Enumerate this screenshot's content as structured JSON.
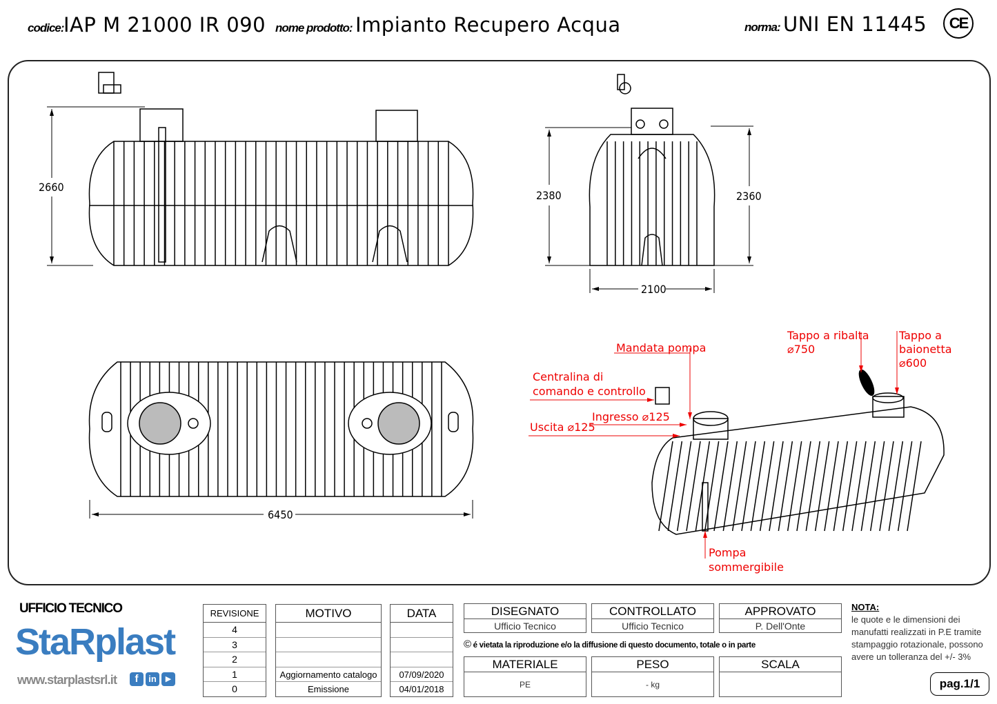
{
  "header": {
    "code_label": "codice:",
    "code_value": "IAP M 21000 IR 090",
    "product_label": "nome prodotto:",
    "product_value": "Impianto Recupero Acqua",
    "norm_label": "norma:",
    "norm_value": "UNI EN 11445",
    "ce_mark": "CE"
  },
  "drawing": {
    "dimensions": {
      "front_height": "2660",
      "side_height_left": "2380",
      "side_height_right": "2360",
      "side_width": "2100",
      "length": "6450"
    },
    "callouts": {
      "mandata": "Mandata pompa",
      "centralina_1": "Centralina di",
      "centralina_2": "comando e controllo",
      "ingresso": "Ingresso ⌀125",
      "uscita": "Uscita ⌀125",
      "tappo_ribalta_1": "Tappo a ribalta",
      "tappo_ribalta_2": "⌀750",
      "tappo_baionetta_1": "Tappo a",
      "tappo_baionetta_2": "baionetta",
      "tappo_baionetta_3": "⌀600",
      "pompa_1": "Pompa",
      "pompa_2": "sommergibile"
    },
    "callout_color": "#e00000"
  },
  "footer": {
    "office": "UFFICIO TECNICO",
    "brand": "StaRplast",
    "website": "www.starplastsrl.it",
    "social": [
      "f",
      "in",
      "▶"
    ],
    "revisions": {
      "headers": [
        "REVISIONE",
        "MOTIVO",
        "DATA"
      ],
      "rows": [
        {
          "rev": "4",
          "motivo": "",
          "data": ""
        },
        {
          "rev": "3",
          "motivo": "",
          "data": ""
        },
        {
          "rev": "2",
          "motivo": "",
          "data": ""
        },
        {
          "rev": "1",
          "motivo": "Aggiornamento catalogo",
          "data": "07/09/2020"
        },
        {
          "rev": "0",
          "motivo": "Emissione",
          "data": "04/01/2018"
        }
      ]
    },
    "signoff": [
      {
        "label": "DISEGNATO",
        "value": "Ufficio Tecnico"
      },
      {
        "label": "CONTROLLATO",
        "value": "Ufficio Tecnico"
      },
      {
        "label": "APPROVATO",
        "value": "P. Dell'Onte"
      }
    ],
    "copyright": "é vietata la riproduzione e/o la diffusione di questo documento, totale o in parte",
    "specs": [
      {
        "label": "MATERIALE",
        "value": "PE"
      },
      {
        "label": "PESO",
        "value": "- kg"
      },
      {
        "label": "SCALA",
        "value": ""
      }
    ],
    "note_title": "NOTA:",
    "note_text": "le quote e le dimensioni dei manufatti realizzati in P.E tramite stampaggio rotazionale, possono avere un tolleranza del +/- 3%",
    "page": "pag.1/1"
  }
}
